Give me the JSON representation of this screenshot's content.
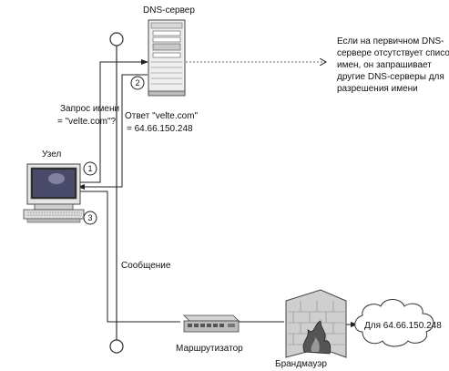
{
  "diagram": {
    "labels": {
      "dns_server": "DNS-сервер",
      "node": "Узел",
      "router": "Маршрутизатор",
      "firewall": "Брандмауэр",
      "message": "Сообщение",
      "query_line1": "Запрос имени",
      "query_line2": "= \"velte.com\"?",
      "answer_line1": "Ответ \"velte.com\"",
      "answer_line2": "= 64.66.150.248",
      "note_lines": [
        "Если на первичном DNS-",
        "сервере отсутствует список",
        "имен, он запрашивает",
        "другие DNS-серверы для",
        "разрешения имени"
      ],
      "cloud_text": "Для 64.66.150.248"
    },
    "steps": [
      "1",
      "2",
      "3"
    ]
  }
}
